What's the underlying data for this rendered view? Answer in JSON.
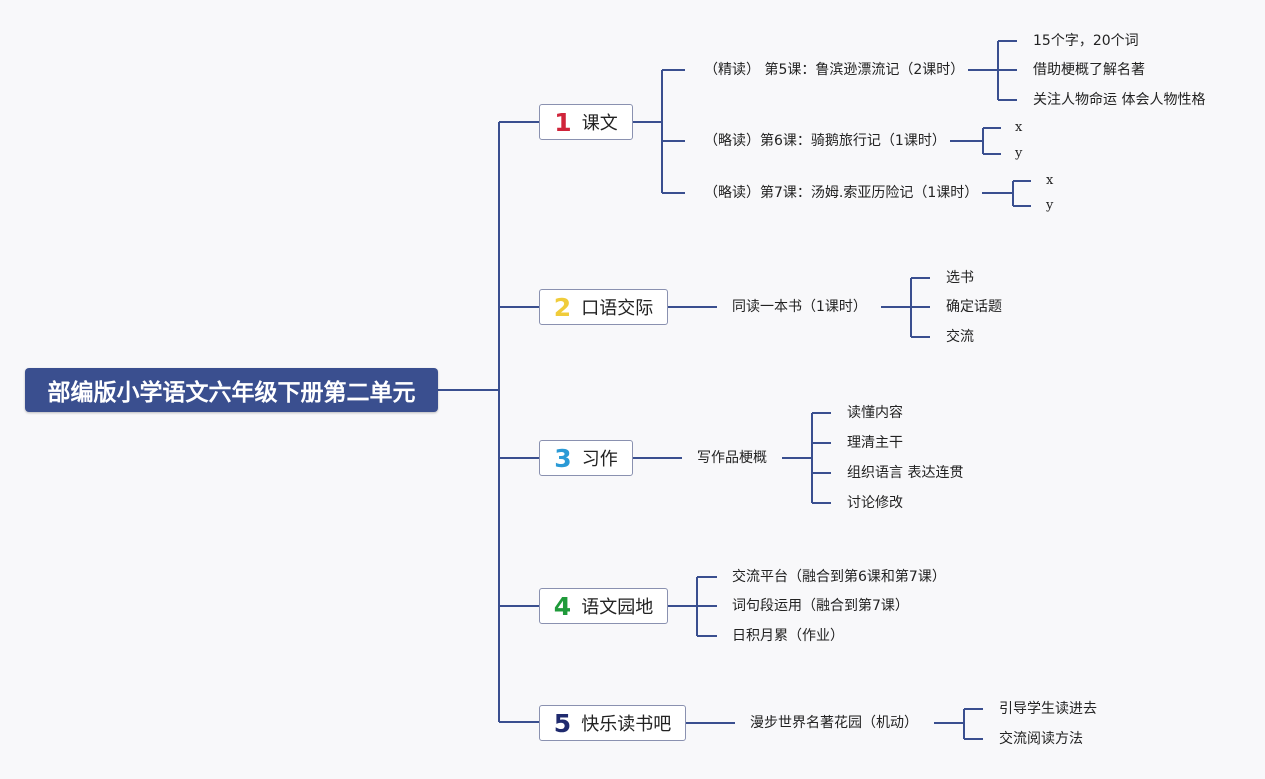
{
  "root": {
    "label": "部编版小学语文六年级下册第二单元"
  },
  "branches": [
    {
      "num": "1",
      "num_color": "#d0243a",
      "label": "课文",
      "children": [
        {
          "label": "（精读） 第5课：鲁滨逊漂流记（2课时）",
          "children": [
            "15个字，20个词",
            "借助梗概了解名著",
            "关注人物命运 体会人物性格"
          ]
        },
        {
          "label": "（略读）第6课：骑鹅旅行记（1课时）",
          "children": [
            "x",
            "y"
          ]
        },
        {
          "label": "（略读）第7课：汤姆.索亚历险记（1课时）",
          "children": [
            "x",
            "y"
          ]
        }
      ]
    },
    {
      "num": "2",
      "num_color": "#f0cc3a",
      "label": "口语交际",
      "children": [
        {
          "label": "同读一本书（1课时）",
          "children": [
            "选书",
            "确定话题",
            "交流"
          ]
        }
      ]
    },
    {
      "num": "3",
      "num_color": "#2a9ad6",
      "label": "习作",
      "children": [
        {
          "label": "写作品梗概",
          "children": [
            "读懂内容",
            "理清主干",
            "组织语言 表达连贯",
            "讨论修改"
          ]
        }
      ]
    },
    {
      "num": "4",
      "num_color": "#1f9a3a",
      "label": "语文园地",
      "children": [
        {
          "label": "交流平台（融合到第6课和第7课）",
          "children": []
        },
        {
          "label": "词句段运用（融合到第7课）",
          "children": []
        },
        {
          "label": "日积月累（作业）",
          "children": []
        }
      ]
    },
    {
      "num": "5",
      "num_color": "#1f2a6e",
      "label": "快乐读书吧",
      "children": [
        {
          "label": "漫步世界名著花园（机动）",
          "children": [
            "引导学生读进去",
            "交流阅读方法"
          ]
        }
      ]
    }
  ],
  "colors": {
    "line": "#3a4f8f",
    "root_bg": "#3a4f8f",
    "background": "#f8f8fa"
  }
}
